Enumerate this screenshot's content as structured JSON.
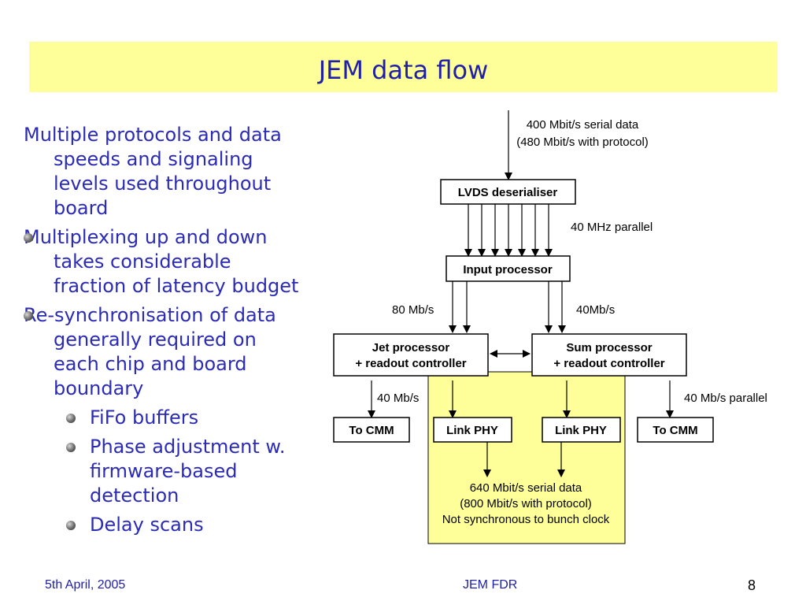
{
  "title": "JEM data flow",
  "bullets": {
    "intro": "Multiple protocols and data speeds and signaling levels used throughout board",
    "b1": "Multiplexing up and down takes considerable fraction of latency budget",
    "b2": "Re-synchronisation of data generally required on each chip and board boundary",
    "sub1": "FiFo buffers",
    "sub2": "Phase adjustment w. firmware-based detection",
    "sub3": "Delay scans"
  },
  "diagram": {
    "input_label_1": "400 Mbit/s serial data",
    "input_label_2": "(480 Mbit/s with protocol)",
    "lvds": "LVDS deserialiser",
    "parallel_label": "40 MHz parallel",
    "input_processor": "Input processor",
    "rate_left": "80 Mb/s",
    "rate_right": "40Mb/s",
    "jet_1": "Jet processor",
    "jet_2": "+ readout controller",
    "sum_1": "Sum processor",
    "sum_2": "+ readout controller",
    "left_rate": "40 Mb/s",
    "right_rate": "40 Mb/s parallel",
    "to_cmm_left": "To CMM",
    "link_phy_left": "Link PHY",
    "link_phy_right": "Link PHY",
    "to_cmm_right": "To CMM",
    "output_1": "640 Mbit/s serial data",
    "output_2": "(800 Mbit/s with protocol)",
    "output_3": "Not synchronous to bunch clock",
    "highlight_color": "#ffff99"
  },
  "footer": {
    "date": "5th April, 2005",
    "event": "JEM FDR",
    "page": "8"
  }
}
